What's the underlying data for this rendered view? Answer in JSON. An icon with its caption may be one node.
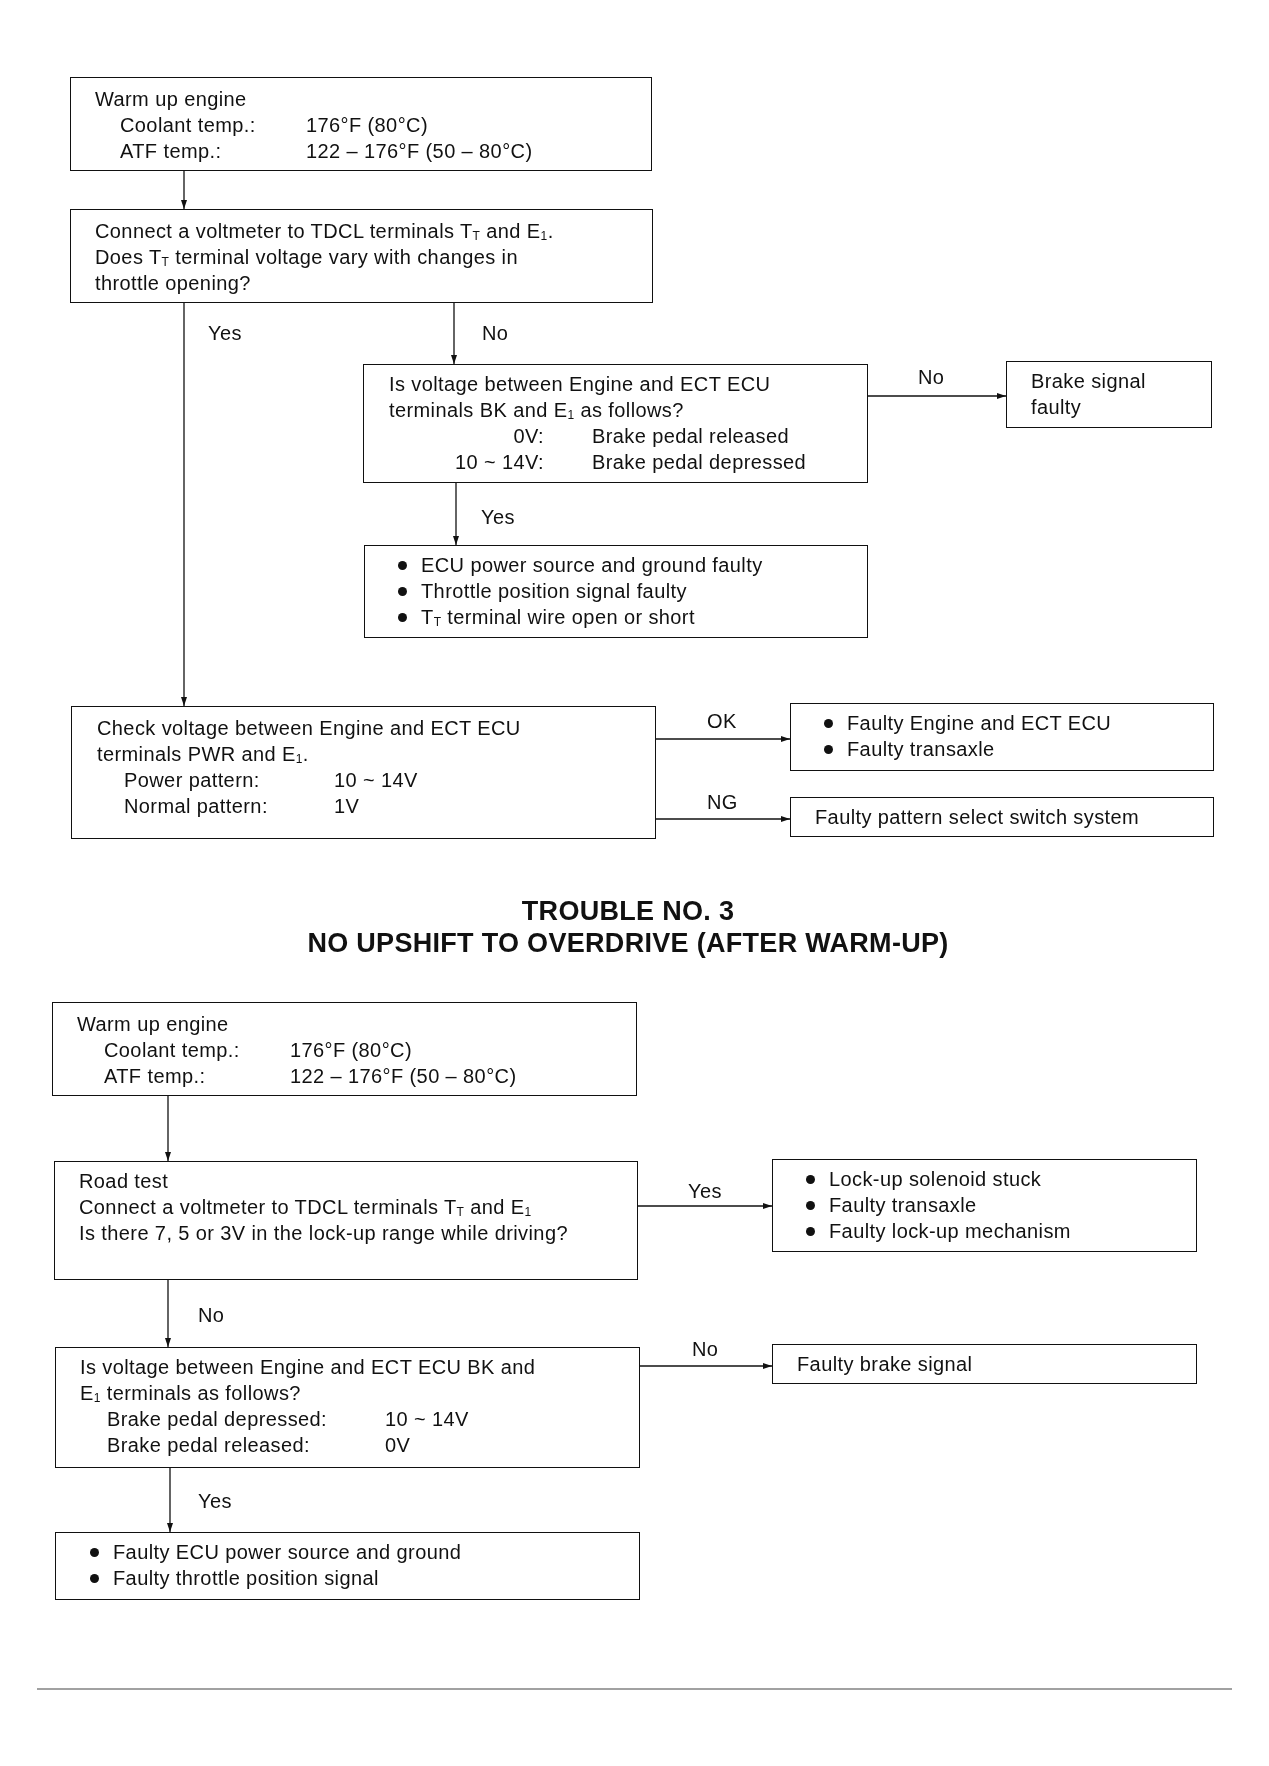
{
  "diagram": {
    "nodes": [
      {
        "text": [
          "Warm up engine",
          "Coolant temp.:",
          "176°F (80°C)",
          "ATF temp.:",
          "122 – 176°F (50 – 80°C)"
        ]
      },
      {
        "text": [
          "Connect a voltmeter to TDCL terminals T$_{T}$ and E$_{1}$.",
          "Does T$_{T}$ terminal voltage vary with changes in throttle opening?"
        ]
      },
      {
        "text": [
          "Is voltage between Engine and ECT ECU terminals BK and E$_{1}$ as follows?",
          "0V:",
          "Brake pedal released",
          "10 ~ 14V:",
          "Brake pedal depressed"
        ]
      },
      {
        "text": [
          "Brake signal faulty"
        ]
      },
      {
        "text": [
          "ECU power source and ground faulty",
          "Throttle position signal faulty",
          "T$_{T}$ terminal wire open or short"
        ]
      },
      {
        "text": [
          "Check voltage between Engine and ECT ECU terminals PWR and E$_{1}$.",
          "Power pattern:",
          "10 ~ 14V",
          "Normal pattern:",
          "1V"
        ]
      },
      {
        "text": [
          "Faulty Engine and ECT ECU",
          "Faulty transaxle"
        ]
      },
      {
        "text": [
          "Faulty pattern select switch system"
        ]
      },
      {
        "text": [
          "Warm up engine",
          "Coolant temp.:",
          "176°F (80°C)",
          "ATF temp.:",
          "122 – 176°F (50 – 80°C)"
        ]
      },
      {
        "text": [
          "Road test",
          "Connect a voltmeter to TDCL terminals T$_{T}$ and E$_{1}$",
          "Is there 7, 5 or 3V in the lock-up range while driving?"
        ]
      },
      {
        "text": [
          "Lock-up solenoid stuck",
          "Faulty transaxle",
          "Faulty lock-up mechanism"
        ]
      },
      {
        "text": [
          "Is voltage between Engine and ECT ECU BK and E$_{1}$ terminals as follows?",
          "Brake pedal depressed:",
          "10 ~ 14V",
          "Brake pedal released:",
          "0V"
        ]
      },
      {
        "text": [
          "Faulty brake signal"
        ]
      },
      {
        "text": [
          "Faulty ECU power source and ground",
          "Faulty throttle position signal"
        ]
      }
    ],
    "edges": [
      {
        "from": 0,
        "to": 1,
        "arrow": "to"
      },
      {
        "from": 1,
        "to": 5,
        "arrow": "to",
        "label": "Yes"
      },
      {
        "from": 1,
        "to": 2,
        "arrow": "to",
        "label": "No"
      },
      {
        "from": 2,
        "to": 3,
        "arrow": "to",
        "label": "No"
      },
      {
        "from": 2,
        "to": 4,
        "arrow": "to",
        "label": "Yes"
      },
      {
        "from": 5,
        "to": 6,
        "arrow": "to",
        "label": "OK"
      },
      {
        "from": 5,
        "to": 7,
        "arrow": "to",
        "label": "NG"
      },
      {
        "from": 8,
        "to": 9,
        "arrow": "to"
      },
      {
        "from": 9,
        "to": 10,
        "arrow": "to",
        "label": "Yes"
      },
      {
        "from": 9,
        "to": 11,
        "arrow": "to",
        "label": "No"
      },
      {
        "from": 11,
        "to": 12,
        "arrow": "to",
        "label": "No"
      },
      {
        "from": 11,
        "to": 13,
        "arrow": "to",
        "label": "Yes"
      }
    ],
    "labels": [
      "TROUBLE NO. 3",
      "NO UPSHIFT TO OVERDRIVE (AFTER WARM-UP)"
    ]
  }
}
